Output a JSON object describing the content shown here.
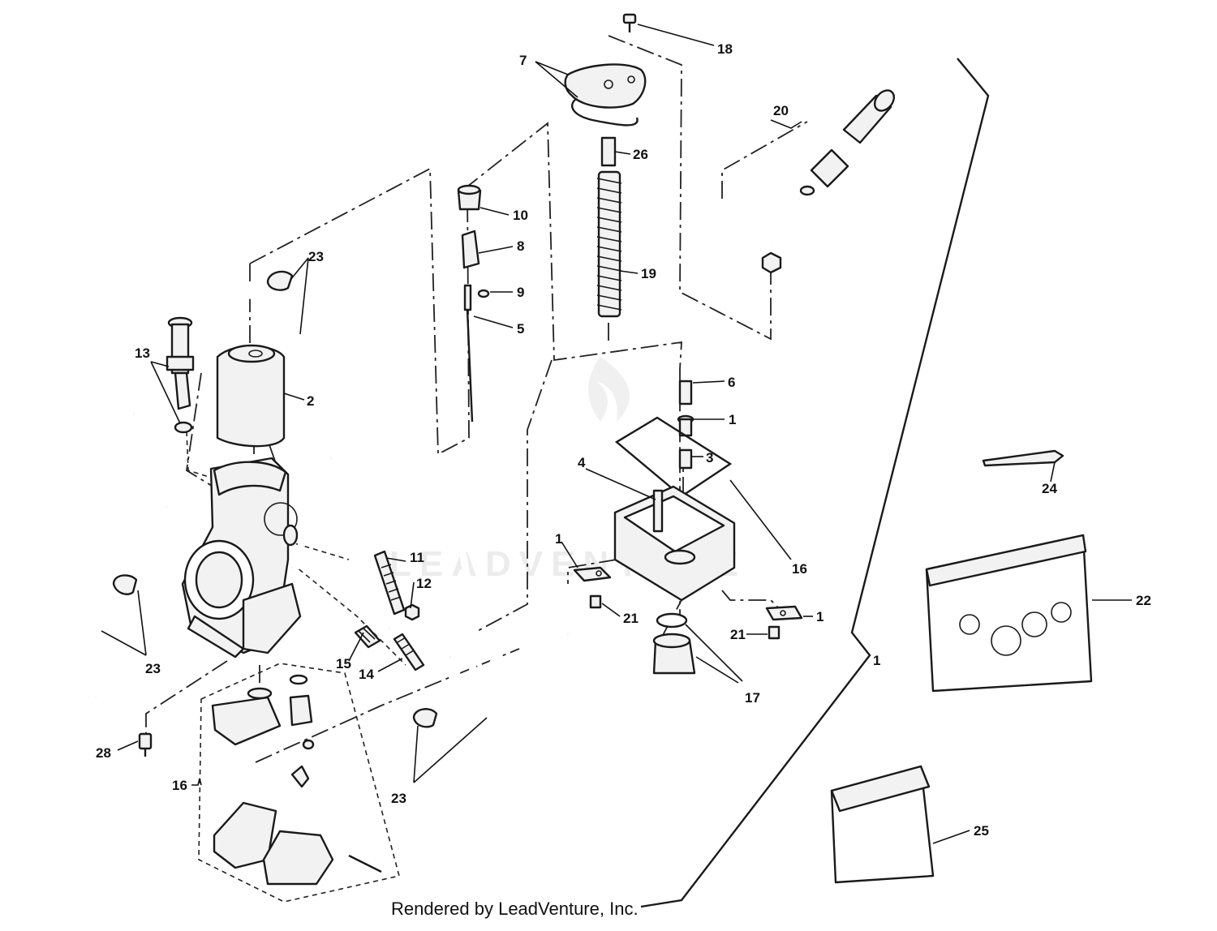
{
  "callouts": [
    {
      "id": "c18",
      "label": "18"
    },
    {
      "id": "c7",
      "label": "7"
    },
    {
      "id": "c26",
      "label": "26"
    },
    {
      "id": "c20",
      "label": "20"
    },
    {
      "id": "c10",
      "label": "10"
    },
    {
      "id": "c8",
      "label": "8"
    },
    {
      "id": "c9",
      "label": "9"
    },
    {
      "id": "c5",
      "label": "5"
    },
    {
      "id": "c19",
      "label": "19"
    },
    {
      "id": "c23a",
      "label": "23"
    },
    {
      "id": "c13",
      "label": "13"
    },
    {
      "id": "c2",
      "label": "2"
    },
    {
      "id": "c6",
      "label": "6"
    },
    {
      "id": "c1a",
      "label": "1"
    },
    {
      "id": "c3",
      "label": "3"
    },
    {
      "id": "c4",
      "label": "4"
    },
    {
      "id": "c16a",
      "label": "16"
    },
    {
      "id": "c24",
      "label": "24"
    },
    {
      "id": "c1b",
      "label": "1"
    },
    {
      "id": "c11",
      "label": "11"
    },
    {
      "id": "c12",
      "label": "12"
    },
    {
      "id": "c21a",
      "label": "21"
    },
    {
      "id": "c21b",
      "label": "21"
    },
    {
      "id": "c1c",
      "label": "1"
    },
    {
      "id": "c22",
      "label": "22"
    },
    {
      "id": "c23b",
      "label": "23"
    },
    {
      "id": "c15",
      "label": "15"
    },
    {
      "id": "c14",
      "label": "14"
    },
    {
      "id": "c1d",
      "label": "1"
    },
    {
      "id": "c17",
      "label": "17"
    },
    {
      "id": "c28",
      "label": "28"
    },
    {
      "id": "c16b",
      "label": "16"
    },
    {
      "id": "c23c",
      "label": "23"
    },
    {
      "id": "c25",
      "label": "25"
    }
  ],
  "watermark": "LEADVENTURE",
  "credit": "Rendered by LeadVenture, Inc."
}
